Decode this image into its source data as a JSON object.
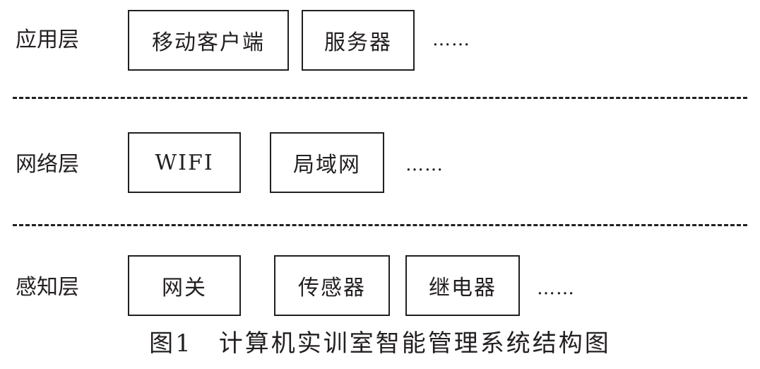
{
  "layers": [
    {
      "label": "应用层",
      "boxes": [
        "移动客户端",
        "服务器"
      ],
      "more": "……"
    },
    {
      "label": "网络层",
      "boxes": [
        "WIFI",
        "局域网"
      ],
      "more": "……"
    },
    {
      "label": "感知层",
      "boxes": [
        "网关",
        "传感器",
        "继电器"
      ],
      "more": "……"
    }
  ],
  "caption": "图1　计算机实训室智能管理系统结构图"
}
